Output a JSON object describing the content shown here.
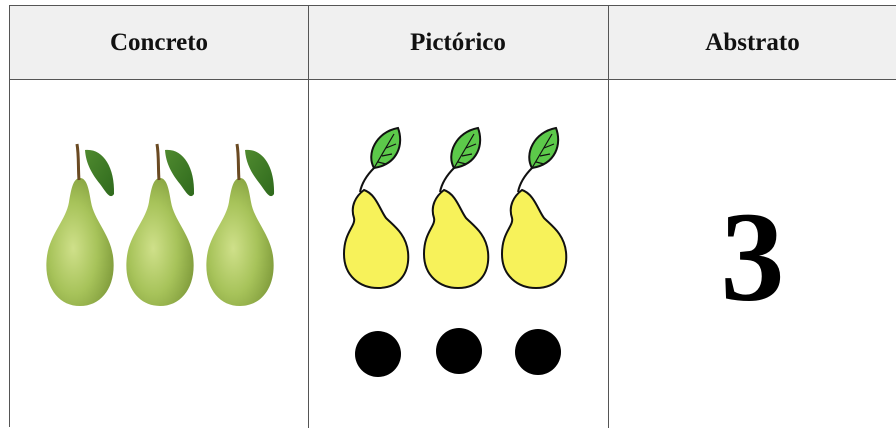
{
  "table": {
    "headers": [
      "Concreto",
      "Pictórico",
      "Abstrato"
    ],
    "abstract_value": "3"
  },
  "concrete": {
    "items": [
      "pear-photo-icon",
      "pear-photo-icon",
      "pear-photo-icon"
    ]
  },
  "pictorial": {
    "drawings": [
      "pear-drawing-icon",
      "pear-drawing-icon",
      "pear-drawing-icon"
    ],
    "dots": [
      "dot-icon",
      "dot-icon",
      "dot-icon"
    ]
  },
  "colors": {
    "header_bg": "#f0f0f0",
    "border": "#555555",
    "pear_photo": "#a7c35a",
    "pear_drawing": "#f7f25a",
    "leaf": "#5cc94a",
    "dot": "#000000"
  }
}
